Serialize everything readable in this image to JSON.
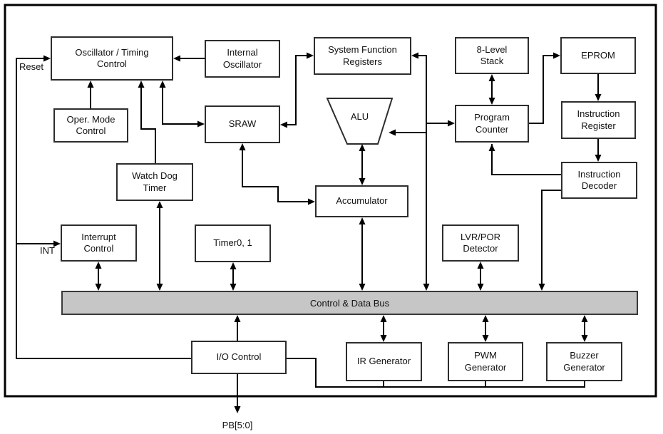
{
  "diagram": {
    "type": "microcontroller-block-diagram",
    "nodes": {
      "oscillator_timing": "Oscillator / Timing\nControl",
      "internal_oscillator": "Internal\nOscillator",
      "system_function_registers": "System Function\nRegisters",
      "stack": "8-Level\nStack",
      "eprom": "EPROM",
      "oper_mode": "Oper. Mode\nControl",
      "sraw": "SRAW",
      "alu": "ALU",
      "program_counter": "Program\nCounter",
      "instruction_register": "Instruction\nRegister",
      "watch_dog_timer": "Watch Dog\nTimer",
      "accumulator": "Accumulator",
      "instruction_decoder": "Instruction\nDecoder",
      "interrupt_control": "Interrupt\nControl",
      "timer01": "Timer0, 1",
      "lvr_por": "LVR/POR\nDetector",
      "io_control": "I/O Control",
      "ir_generator": "IR Generator",
      "pwm_generator": "PWM\nGenerator",
      "buzzer_generator": "Buzzer\nGenerator"
    },
    "bus": {
      "label": "Control & Data Bus"
    },
    "pins": {
      "reset": "Reset",
      "int": "INT",
      "port_b": "PB[5:0]"
    },
    "connections": [
      "Left pin line (Reset) -> Oscillator / Timing Control",
      "Left pin line (INT) -> Interrupt Control",
      "Left pin line - I/O Control",
      "Internal Oscillator -> Oscillator / Timing Control",
      "Oper. Mode Control -> Oscillator / Timing Control",
      "Watch Dog Timer -> Oscillator / Timing Control",
      "Oscillator / Timing Control <-> SRAW",
      "SRAW <-> System Function Registers",
      "SRAW <-> Accumulator",
      "ALU <-> Accumulator",
      "Accumulator <-> Control & Data Bus",
      "Bus trunk -> System Function Registers",
      "Bus trunk -> Program Counter",
      "Bus trunk -> ALU",
      "Bus trunk -> Control & Data Bus",
      "8-Level Stack <-> Program Counter",
      "Program Counter -> EPROM",
      "EPROM -> Instruction Register",
      "Instruction Register -> Instruction Decoder",
      "Instruction Decoder -> Program Counter",
      "Instruction Decoder -> Control & Data Bus",
      "Interrupt Control <-> Control & Data Bus",
      "Watch Dog Timer <-> Control & Data Bus",
      "Timer0, 1 <-> Control & Data Bus",
      "LVR/POR Detector <-> Control & Data Bus",
      "I/O Control -> Control & Data Bus",
      "I/O Control -> PB[5:0]",
      "I/O Control - IR Generator, PWM Generator, Buzzer Generator (bottom route)",
      "IR Generator <-> Control & Data Bus",
      "PWM Generator <-> Control & Data Bus",
      "Buzzer Generator <-> Control & Data Bus"
    ],
    "colors": {
      "background": "#ffffff",
      "line": "#000000",
      "box_border": "#2d2d2d",
      "bus_fill": "#c6c6c6",
      "frame": "#000000"
    }
  }
}
